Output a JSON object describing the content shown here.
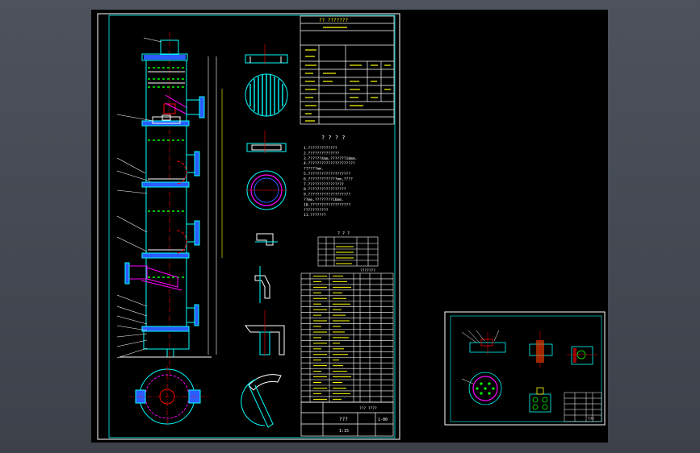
{
  "colors": {
    "background": "#454a53",
    "paper": "#000000",
    "frame": "#ffffff",
    "cyan": "#00ffff",
    "yellow": "#ffff00",
    "green": "#00ff00",
    "magenta": "#ff00ff",
    "red": "#ff0000",
    "blue": "#2a5cff"
  },
  "main_sheet": {
    "top_right_title": "?? ???????",
    "stamp_row_text": "??? ????",
    "notes_title": "? ? ? ?",
    "notes": [
      "1.?????????????",
      "2.??????????????",
      "3.??????4mm,???????10mm.",
      "4.?????????????????????",
      "   ??????mm.",
      "5.???????????????????",
      "6.?????????????mm,????",
      "7.????????????????",
      "8.?????????????????",
      "9.???????????????????",
      "   ??mm,????????16mm.",
      "10.??????????????????",
      "   ???????????",
      "11.???????"
    ],
    "nozzle_table_title": "? ? ?",
    "parts_table_title": "???????",
    "title_block": {
      "drawing_name": "???",
      "drawing_no": "1-00",
      "scale": "1:15"
    }
  },
  "detail_sheet": {
    "title_block_label": "???"
  }
}
